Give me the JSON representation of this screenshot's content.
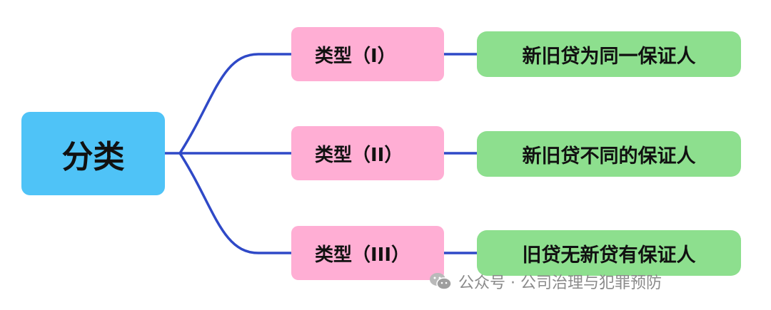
{
  "root": {
    "label": "分类"
  },
  "branches": [
    {
      "type_label": "类型（I）",
      "description": "新旧贷为同一保证人"
    },
    {
      "type_label": "类型（II）",
      "description": "新旧贷不同的保证人"
    },
    {
      "type_label": "类型（III）",
      "description": "旧贷无新贷有保证人"
    }
  ],
  "watermark": {
    "text": "公众号 · 公司治理与犯罪预防",
    "icon": "wechat-icon"
  },
  "colors": {
    "root": "#4fc3f7",
    "type_node": "#ffaed4",
    "description_node": "#8ddf8e",
    "connector": "#2f49c7"
  }
}
